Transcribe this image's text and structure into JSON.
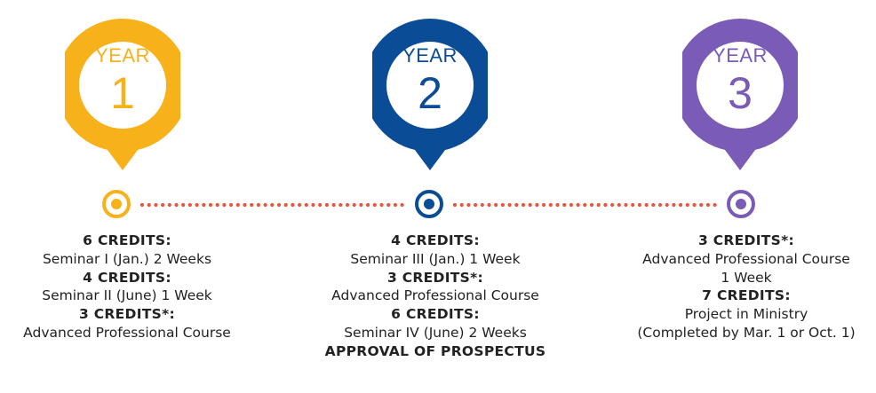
{
  "colors": {
    "year1": "#F7B21B",
    "year2": "#0B4C96",
    "year3": "#7A5BB5",
    "timeline_dots": "#E8553A",
    "text": "#222222"
  },
  "years": [
    {
      "label": "YEAR",
      "number": "1",
      "lines": [
        {
          "text": "6 CREDITS:",
          "bold": true
        },
        {
          "text": "Seminar I (Jan.) 2 Weeks",
          "bold": false
        },
        {
          "text": "4 CREDITS:",
          "bold": true
        },
        {
          "text": "Seminar II (June) 1 Week",
          "bold": false
        },
        {
          "text": "3 CREDITS*:",
          "bold": true
        },
        {
          "text": "Advanced Professional Course",
          "bold": false
        }
      ]
    },
    {
      "label": "YEAR",
      "number": "2",
      "lines": [
        {
          "text": "4 CREDITS:",
          "bold": true
        },
        {
          "text": "Seminar III (Jan.) 1 Week",
          "bold": false
        },
        {
          "text": "3 CREDITS*:",
          "bold": true
        },
        {
          "text": "Advanced Professional Course",
          "bold": false
        },
        {
          "text": "6 CREDITS:",
          "bold": true
        },
        {
          "text": "Seminar IV (June) 2 Weeks",
          "bold": false
        },
        {
          "text": "APPROVAL OF PROSPECTUS",
          "bold": true
        }
      ]
    },
    {
      "label": "YEAR",
      "number": "3",
      "lines": [
        {
          "text": "3 CREDITS*:",
          "bold": true
        },
        {
          "text": "Advanced Professional Course",
          "bold": false
        },
        {
          "text": "1 Week",
          "bold": false
        },
        {
          "text": "7 CREDITS:",
          "bold": true
        },
        {
          "text": "Project in Ministry",
          "bold": false
        },
        {
          "text": "(Completed by Mar. 1 or Oct. 1)",
          "bold": false
        }
      ]
    }
  ]
}
